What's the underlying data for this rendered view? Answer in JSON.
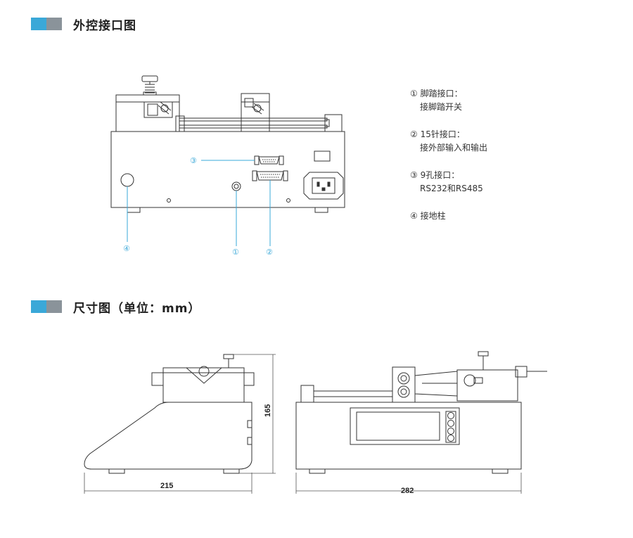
{
  "sections": {
    "external_interfaces": {
      "title": "外控接口图"
    },
    "dimensions": {
      "title": "尺寸图（单位：mm）"
    }
  },
  "legend": [
    {
      "num": "①",
      "title": "脚踏接口：",
      "desc": "接脚踏开关"
    },
    {
      "num": "②",
      "title": "15针接口：",
      "desc": "接外部输入和输出"
    },
    {
      "num": "③",
      "title": "9孔接口：",
      "desc": "RS232和RS485"
    },
    {
      "num": "④",
      "title": "接地柱",
      "desc": ""
    }
  ],
  "callouts": {
    "c1": "①",
    "c2": "②",
    "c3": "③",
    "c4": "④"
  },
  "dims": {
    "depth": "215",
    "height": "165",
    "width": "282"
  },
  "colors": {
    "accent": "#3aa8d8",
    "grey": "#8a939a",
    "line": "#333333"
  }
}
